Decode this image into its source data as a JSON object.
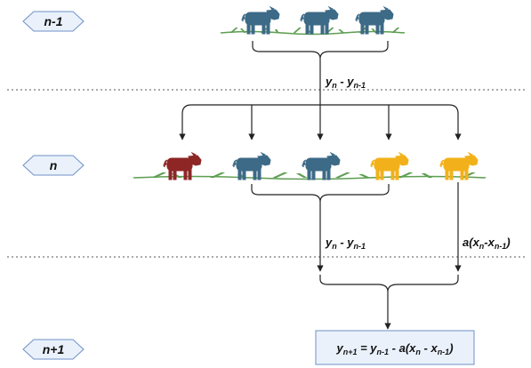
{
  "generations": {
    "prev": "n-1",
    "curr": "n",
    "next": "n+1"
  },
  "labels": {
    "top_diff": {
      "y": "y",
      "n": "n",
      "dash": " - ",
      "y2": "y",
      "nm1": "n-1"
    },
    "mid_diff": {
      "y": "y",
      "n": "n",
      "dash": " - ",
      "y2": "y",
      "nm1": "n-1"
    },
    "right_term": {
      "a": "a(",
      "x": "x",
      "n": "n",
      "dash": "-",
      "x2": "x",
      "nm1": "n-1",
      "close": ")"
    }
  },
  "formula": {
    "lhs": "y",
    "lhs_sub": "n+1",
    "eq": " = ",
    "y": "y",
    "y_sub": "n-1",
    "minus": " - a(",
    "x": "x",
    "x_sub": "n",
    "dash": " - ",
    "x2": "x",
    "x2_sub": "n-1",
    "close": ")"
  },
  "colors": {
    "blue_cow": "#3c6a87",
    "red_cow": "#8e2626",
    "yellow_cow": "#f2b11a",
    "grass": "#5e9e52",
    "hex_fill": "#eaf1fb",
    "hex_stroke": "#6d91c7",
    "box_fill": "#eaf1fb",
    "box_stroke": "#6d91c7",
    "line": "#222222"
  }
}
